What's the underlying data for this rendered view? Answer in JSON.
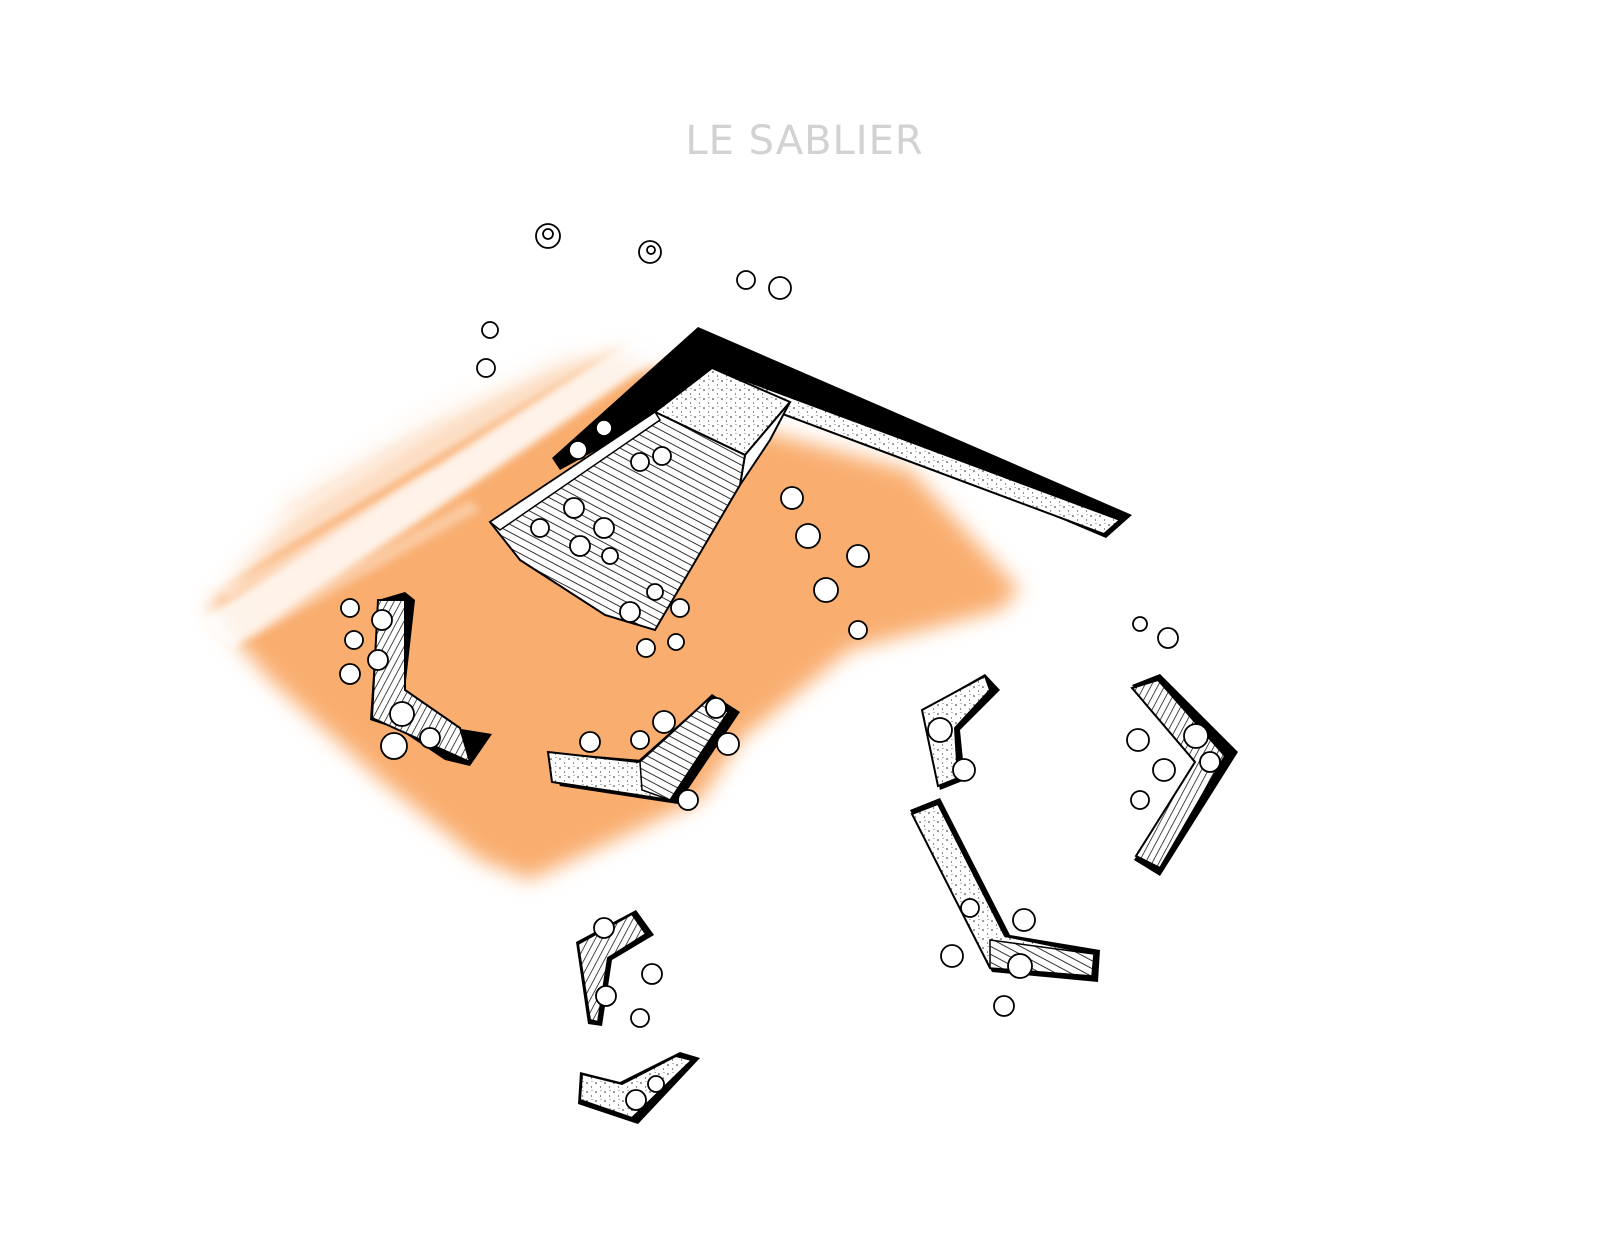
{
  "title": "LE SABLIER",
  "colors": {
    "sand": "#f9ae6f",
    "ink": "#000000",
    "paper": "#ffffff",
    "title": "#d2d2d2"
  },
  "elements": {
    "sand_area": "sand-field",
    "main_structure": "amphitheatre-wedge",
    "benches": "concrete-bench",
    "figures": "person-figure"
  }
}
